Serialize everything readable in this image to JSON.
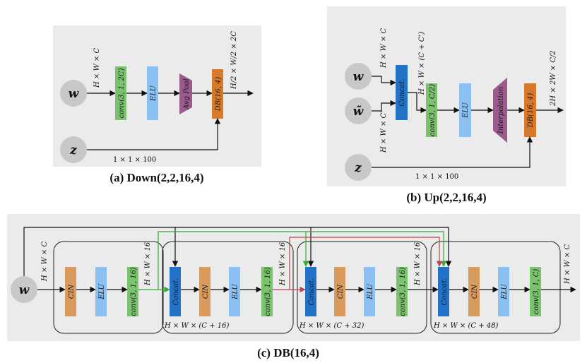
{
  "captions": {
    "a": "(a) Down(2,2,16,4)",
    "b": "(b) Up(2,2,16,4)",
    "c": "(c) DB(16,4)"
  },
  "vars": {
    "w": "w",
    "w_tilde": "w̃",
    "z": "z"
  },
  "panel_a": {
    "conv": "conv(3, 1, 2C)",
    "elu": "ELU",
    "pool": "Avg Pool",
    "db": "DB(16, 4)",
    "dim_in": "H × W × C",
    "dim_out": "H/2 × W/2 × 2C",
    "z_dim": "1 × 1 × 100"
  },
  "panel_b": {
    "concat": "Concat.",
    "conv": "conv(3, 1, C/2)",
    "elu": "ELU",
    "interp": "Interpolation",
    "db": "DB(16, 4)",
    "dim_w": "H × W × C",
    "dim_wt": "H × W × C'",
    "dim_cat": "H × W × (C + C')",
    "dim_out": "2H × 2W × C/2",
    "z_dim": "1 × 1 × 100"
  },
  "panel_c": {
    "cin": "CIN",
    "elu": "ELU",
    "conv16": "conv(3, 1, 16)",
    "convC": "conv(3, 1, C)",
    "concat": "Concat.",
    "dim_in": "H × W × C",
    "dim_16": "H × W × 16",
    "dim_c16": "H × W × (C + 16)",
    "dim_c32": "H × W × (C + 32)",
    "dim_c48": "H × W × (C + 48)",
    "dim_out": "H × W × C"
  },
  "colors": {
    "panel_bg": "#ebebeb",
    "conv": "#7ac26d",
    "elu": "#8ac0f2",
    "pool": "#9b5a8c",
    "db": "#d8792a",
    "cin": "#d99a5e",
    "concat": "#2372c7",
    "node": "#c8c8c8",
    "green_skip": "#3aa832",
    "red_skip": "#b5484e"
  }
}
